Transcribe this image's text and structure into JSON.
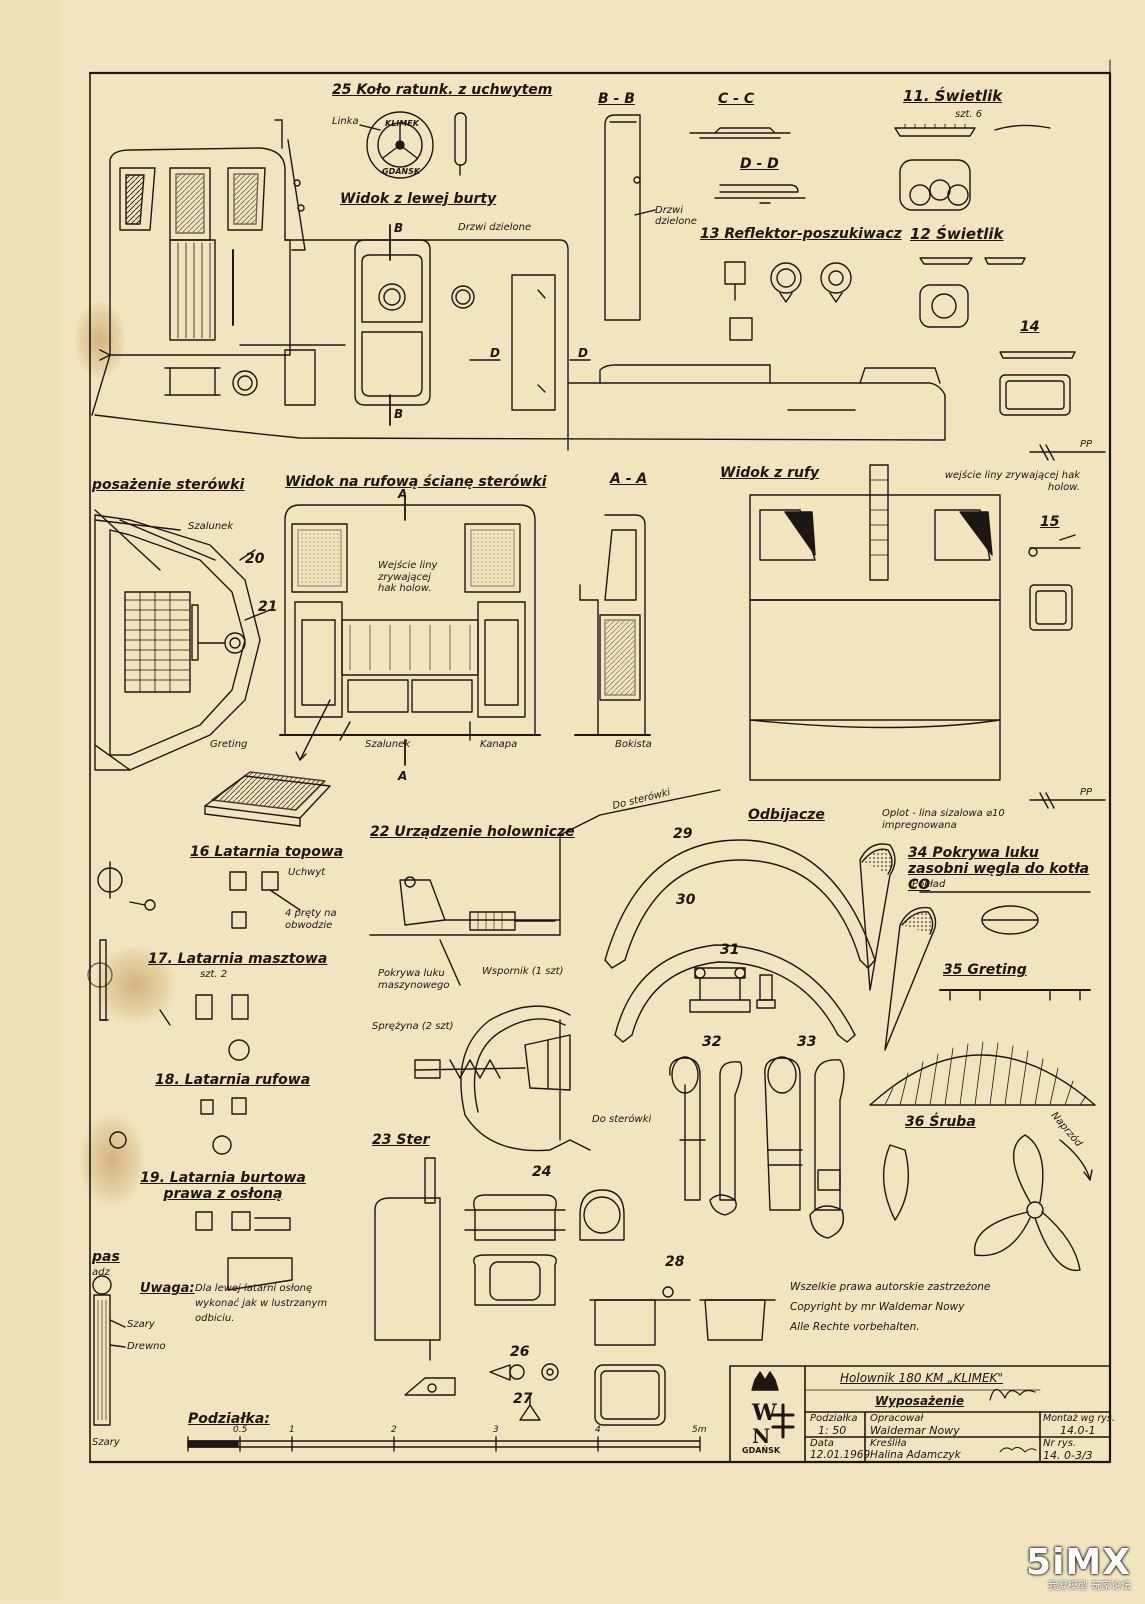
{
  "sections": {
    "s25": "25  Koło ratunk. z uchwytem",
    "bb": "B - B",
    "cc": "C - C",
    "dd": "D - D",
    "s11": "11. Świetlik",
    "s11_qty": "szt. 6",
    "left_side_view": "Widok z lewej burty",
    "s13": "13 Reflektor-poszukiwacz",
    "s12": "12 Świetlik",
    "s14": "14",
    "steering_equip": "posażenie sterówki",
    "aft_wall_view": "Widok na rufową ścianę sterówki",
    "aa": "A - A",
    "stern_view": "Widok z rufy",
    "s15": "15",
    "s16": "16 Latarnia topowa",
    "s22": "22 Urządzenie holownicze",
    "fenders": "Odbijacze",
    "s34": "34 Pokrywa luku zasobni węgla do kotła CO",
    "s17": "17. Latarnia masztowa",
    "s17_qty": "szt. 2",
    "s18": "18. Latarnia rufowa",
    "s19": "19. Latarnia burtowa prawa z osłoną",
    "s35": "35 Greting",
    "s36": "36 Śruba",
    "s23": "23 Ster",
    "pas": "pas",
    "scale_label": "Podziałka:"
  },
  "numbers": {
    "n20": "20",
    "n21": "21",
    "n24": "24",
    "n26": "26",
    "n27": "27",
    "n28": "28",
    "n29": "29",
    "n30": "30",
    "n31": "31",
    "n32": "32",
    "n33": "33",
    "b_top": "B",
    "b_bot": "B",
    "d1": "D",
    "d2": "D",
    "a_top": "A",
    "a_bot": "A",
    "pp1": "PP",
    "pp2": "PP"
  },
  "notes": {
    "linka": "Linka",
    "klimek_ring": "KLIMEK",
    "gdansk_ring": "GDAŃSK",
    "drzwi_dzielone": "Drzwi dzielone",
    "drzwi_dzielone2": "Drzwi dzielone",
    "szalunek": "Szalunek",
    "szalunek2": "Szalunek",
    "greting": "Greting",
    "tow_rope_entry": "Wejście liny zrywającej hak holow.",
    "tow_rope_entry2": "wejście liny zrywającej hak holow.",
    "kanapa": "Kanapa",
    "bokista": "Bokista",
    "do_sterowki": "Do sterówki",
    "do_sterowki2": "Do sterówki",
    "oplot": "Oplot - lina sizalowa ⌀10 impregnowana",
    "poklad": "Pokład",
    "uchwyt": "Uchwyt",
    "prety": "4 pręty na obwodzie",
    "pokrywa_luku": "Pokrywa luku maszynowego",
    "wspornik": "Wspornik (1 szt)",
    "sprezyna": "Sprężyna (2 szt)",
    "naprzod": "Naprzód",
    "copyright1": "Wszelkie prawa autorskie zastrzeżone",
    "copyright2": "Copyright  by  mr Waldemar Nowy",
    "copyright3": "Alle Rechte vorbehalten.",
    "uwaga_head": "Uwaga:",
    "uwaga_body1": "Dla lewej latarni osłonę",
    "uwaga_body2": "wykonać jak w lustrzanym",
    "uwaga_body3": "odbiciu.",
    "szary": "Szary",
    "drewno": "Drewno",
    "szary2": "Szary",
    "adz": "adz"
  },
  "scale": {
    "ticks": [
      "0.5",
      "1",
      "2",
      "3",
      "4",
      "5m"
    ]
  },
  "title_block": {
    "logo_text": "GDAŃSK",
    "vessel": "Holownik 180 KM „KLIMEK\"",
    "subject": "Wyposażenie",
    "scale_head": "Podziałka",
    "scale_val": "1: 50",
    "prepared_head": "Opracował",
    "prepared_val": "Waldemar Nowy",
    "assembly_head": "Montaż wg rys.",
    "assembly_val": "14.0-1",
    "date_head": "Data",
    "date_val": "12.01.1969",
    "drawn_head": "Kreśliła",
    "drawn_val": "Halina Adamczyk",
    "no_head": "Nr rys.",
    "no_val": "14. 0-3/3"
  },
  "watermark": {
    "brand": "5iMX",
    "sub": "我爱模型 玩家论坛"
  },
  "colors": {
    "paper": "#f1e4bf",
    "ink": "#1c1712",
    "stain": "#c79a55"
  }
}
